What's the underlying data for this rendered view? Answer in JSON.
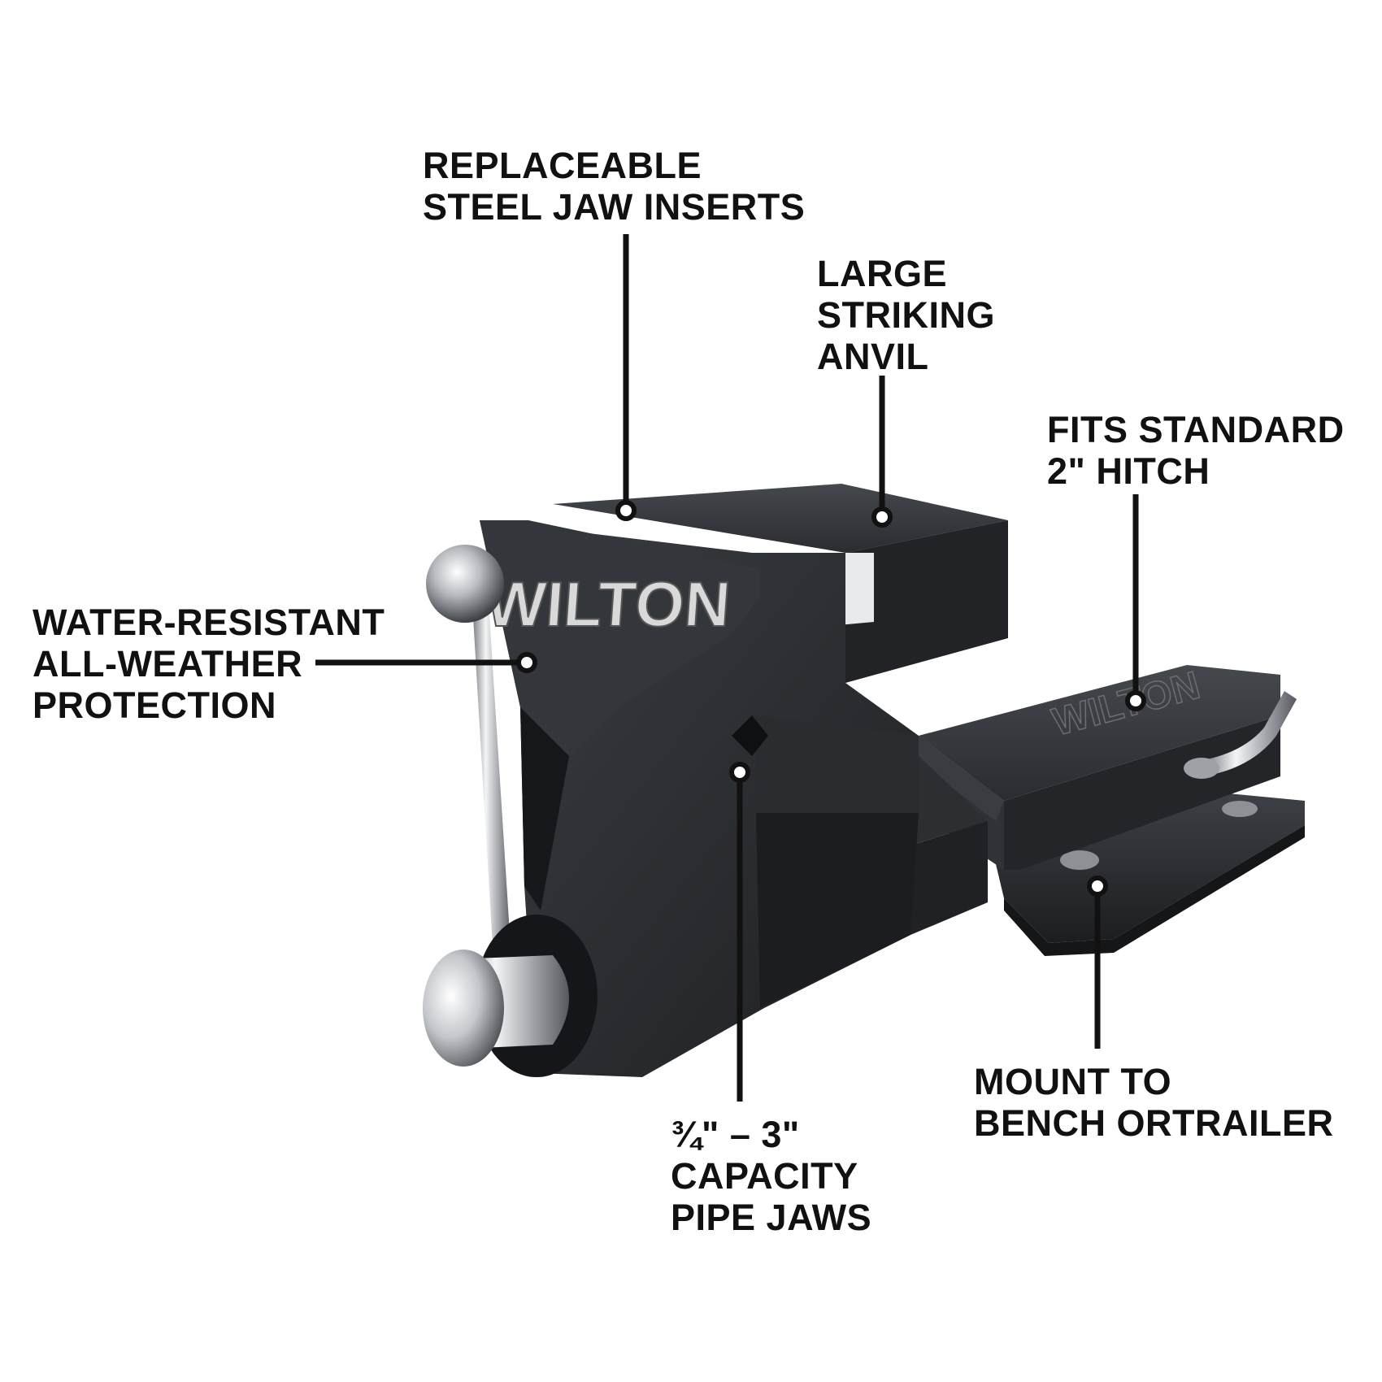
{
  "brand": {
    "name": "WILTON",
    "logo_color": "#d9d9d9"
  },
  "colors": {
    "vise_body": "#2b2d30",
    "vise_highlight": "#4a4d52",
    "chrome": "#c9ccd0",
    "callout_text": "#111111",
    "leader_line": "#111111"
  },
  "callouts": {
    "jaw_inserts": [
      "REPLACEABLE",
      "STEEL JAW INSERTS"
    ],
    "anvil": [
      "LARGE",
      "STRIKING",
      "ANVIL"
    ],
    "hitch": [
      "FITS STANDARD",
      "2\"  HITCH"
    ],
    "water": [
      "WATER-RESISTANT",
      "ALL-WEATHER",
      "PROTECTION"
    ],
    "pipe_jaws": [
      "¾\"  – 3\"",
      "CAPACITY",
      "PIPE JAWS"
    ],
    "mount": [
      "MOUNT TO",
      "BENCH ORTRAILER"
    ]
  }
}
